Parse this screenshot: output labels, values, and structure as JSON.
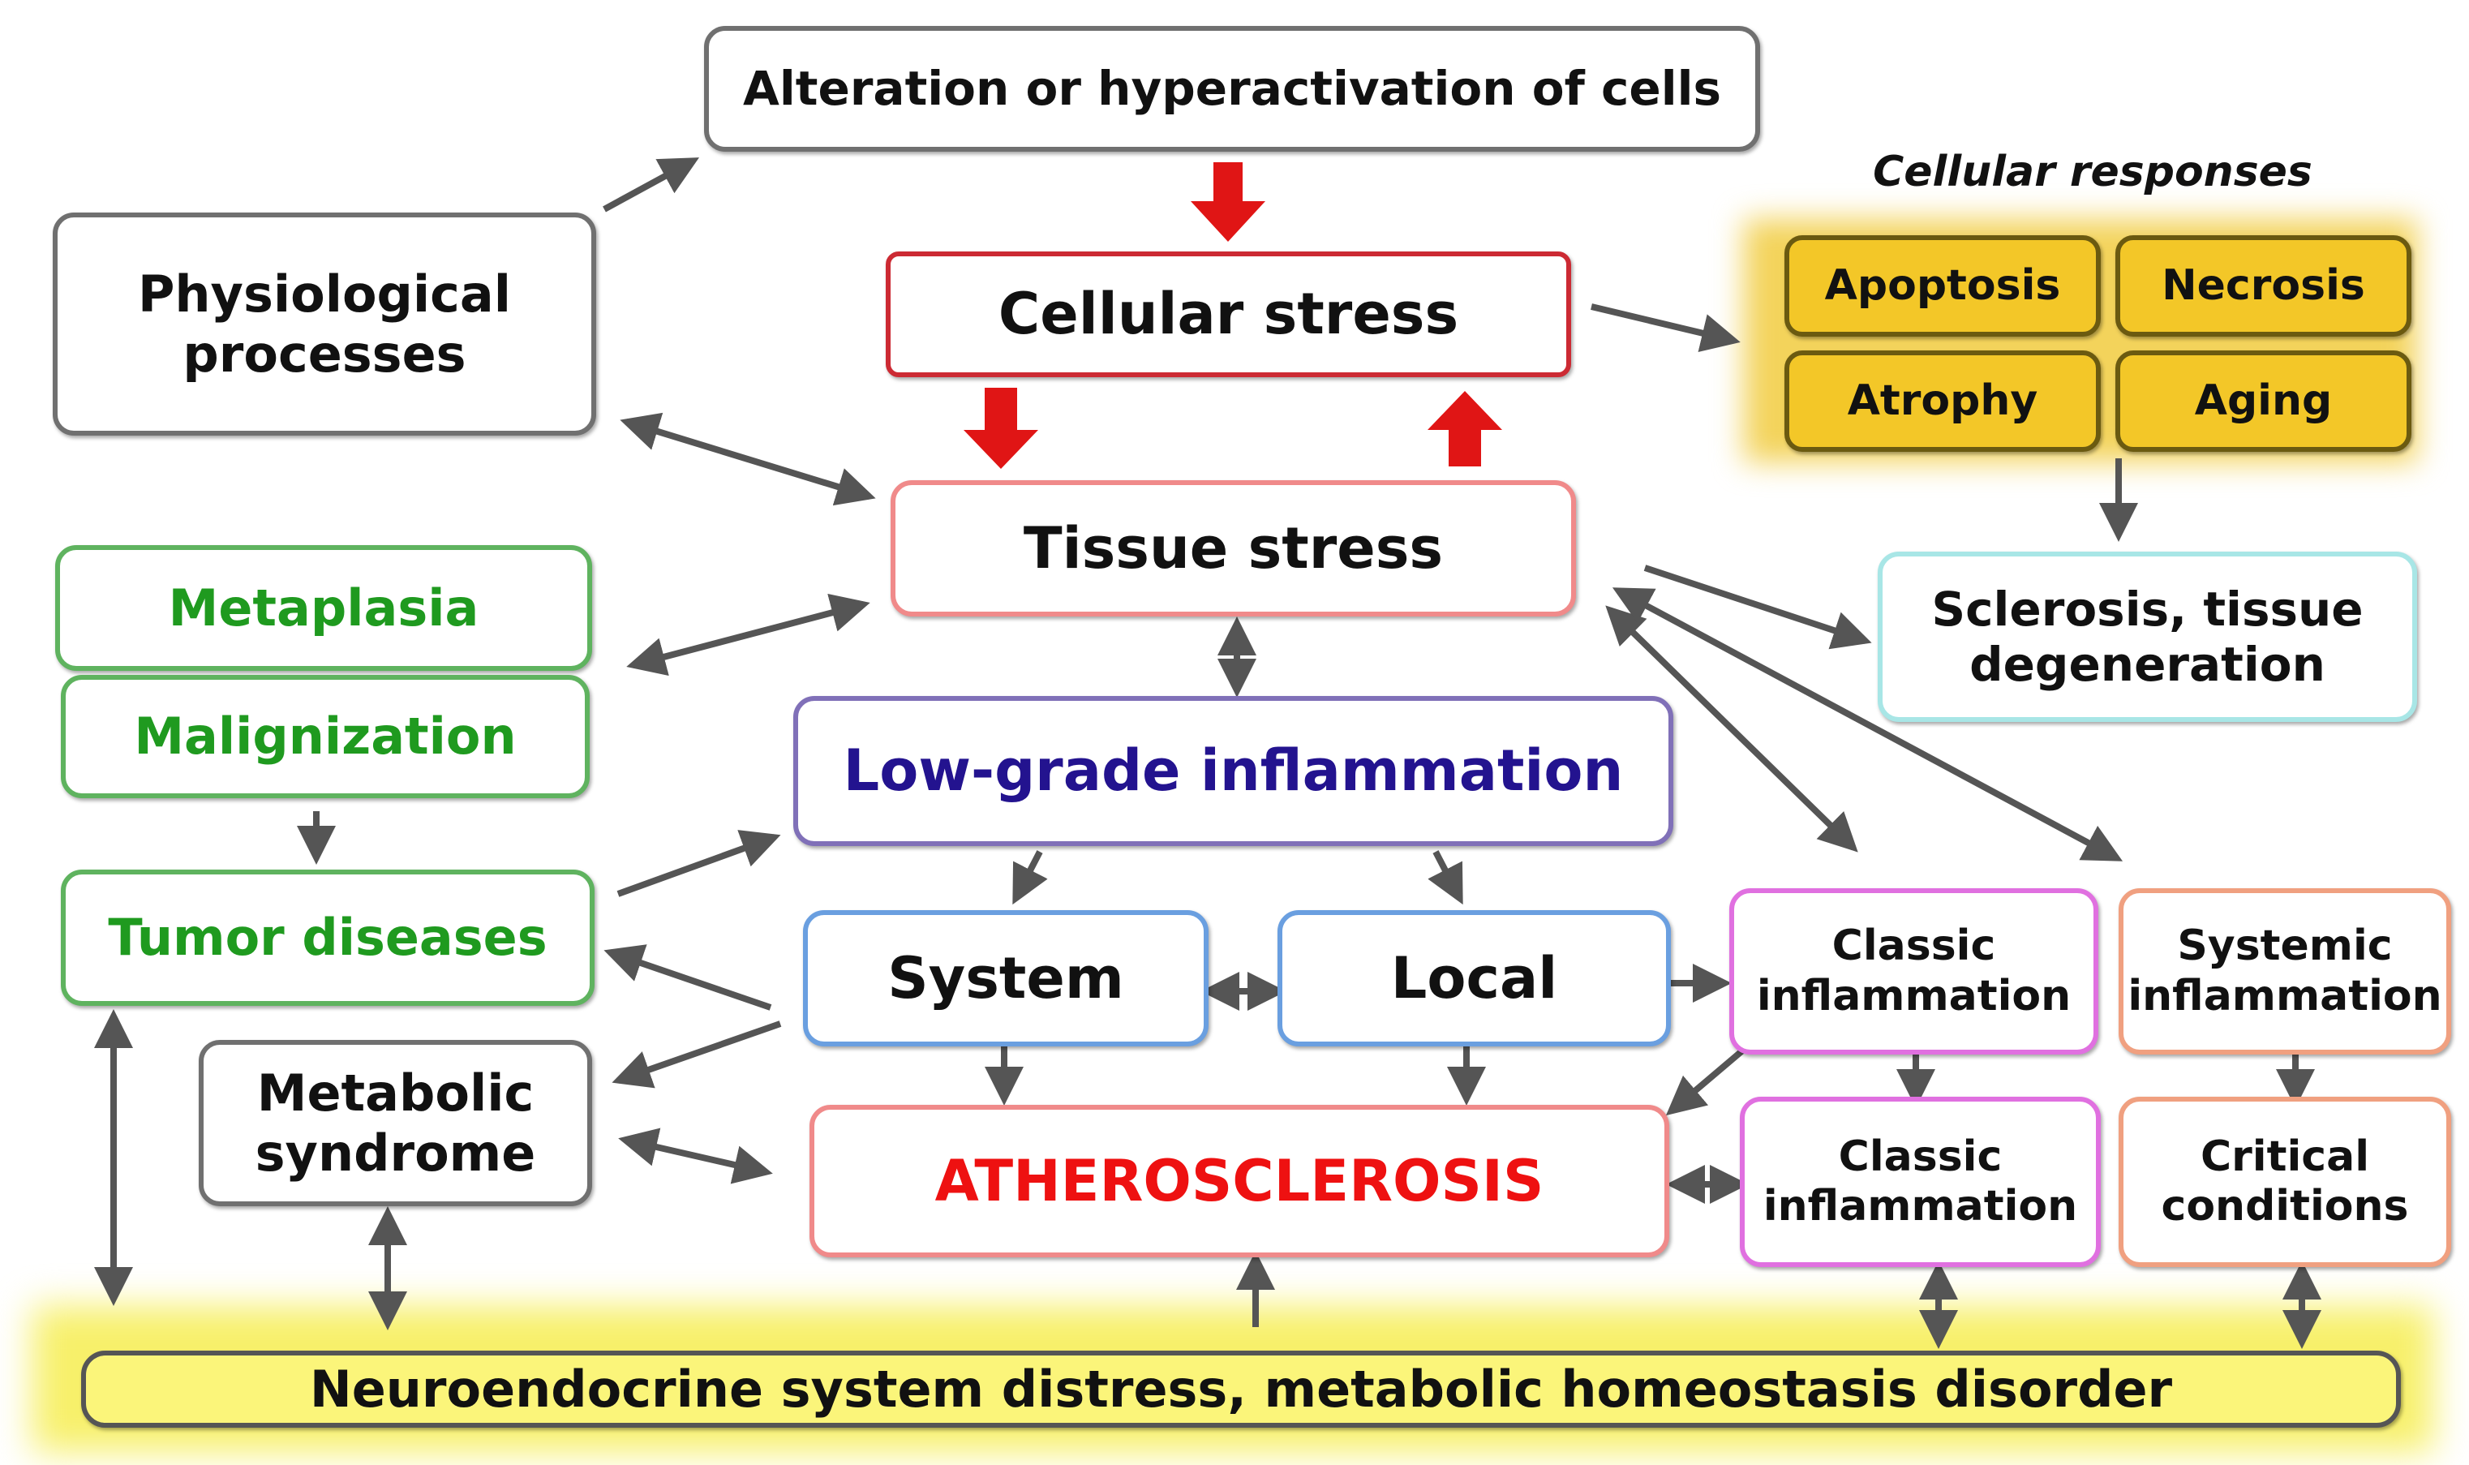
{
  "nodes": {
    "alteration": "Alteration or hyperactivation of cells",
    "physiological": "Physiological\nprocesses",
    "cellular_stress": "Cellular stress",
    "cellular_responses_title": "Cellular responses",
    "apoptosis": "Apoptosis",
    "necrosis": "Necrosis",
    "atrophy": "Atrophy",
    "aging": "Aging",
    "tissue_stress": "Tissue stress",
    "sclerosis": "Sclerosis, tissue\ndegeneration",
    "metaplasia": "Metaplasia",
    "malignization": "Malignization",
    "low_grade": "Low-grade inflammation",
    "tumor": "Tumor diseases",
    "system": "System",
    "local": "Local",
    "classic_1": "Classic\ninflammation",
    "systemic": "Systemic\ninflammation",
    "metabolic": "Metabolic\nsyndrome",
    "atherosclerosis": "ATHEROSCLEROSIS",
    "classic_2": "Classic\ninflammation",
    "critical": "Critical\nconditions",
    "neuroendocrine": "Neuroendocrine system distress, metabolic homeostasis disorder"
  },
  "colors": {
    "gray_border": "#707070",
    "red_border": "#cc2a33",
    "pink_border": "#f08a8a",
    "green_border": "#5fb35f",
    "green_text": "#1f9a1f",
    "purple_border": "#8070b8",
    "purple_text": "#23138f",
    "blue_border": "#6a9fe0",
    "magenta_border": "#e070e0",
    "orange_border": "#f0a080",
    "cyan_border": "#a8e6e6",
    "red_text": "#ee1111",
    "red_arrow": "#e01515",
    "gold_fill": "#f3c728",
    "yellow_fill": "#fbf57a",
    "arrow_gray": "#555555"
  }
}
